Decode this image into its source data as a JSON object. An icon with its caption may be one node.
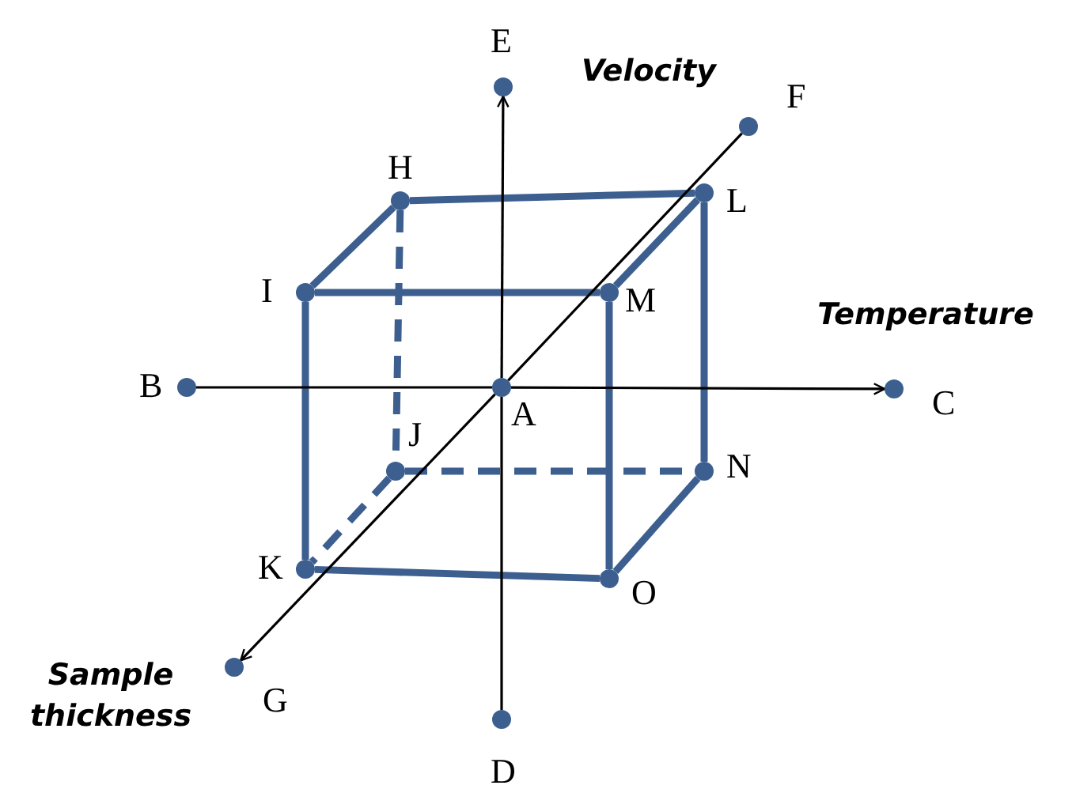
{
  "diagram": {
    "nodes": [
      {
        "text": [
          "E"
        ]
      },
      {
        "text": [
          "F"
        ]
      },
      {
        "text": [
          "H"
        ]
      },
      {
        "text": [
          "L"
        ]
      },
      {
        "text": [
          "I"
        ]
      },
      {
        "text": [
          "M"
        ]
      },
      {
        "text": [
          "B"
        ]
      },
      {
        "text": [
          "A"
        ]
      },
      {
        "text": [
          "C"
        ]
      },
      {
        "text": [
          "J"
        ]
      },
      {
        "text": [
          "N"
        ]
      },
      {
        "text": [
          "K"
        ]
      },
      {
        "text": [
          "O"
        ]
      },
      {
        "text": [
          "G"
        ]
      },
      {
        "text": [
          "D"
        ]
      }
    ],
    "edges": [
      {
        "from": 2,
        "to": 3,
        "arrow": "none"
      },
      {
        "from": 2,
        "to": 4,
        "arrow": "none"
      },
      {
        "from": 3,
        "to": 5,
        "arrow": "none"
      },
      {
        "from": 4,
        "to": 5,
        "arrow": "none"
      },
      {
        "from": 2,
        "to": 9,
        "arrow": "none",
        "style": "dashed"
      },
      {
        "from": 3,
        "to": 10,
        "arrow": "none"
      },
      {
        "from": 4,
        "to": 11,
        "arrow": "none"
      },
      {
        "from": 5,
        "to": 12,
        "arrow": "none"
      },
      {
        "from": 9,
        "to": 10,
        "arrow": "none",
        "style": "dashed"
      },
      {
        "from": 9,
        "to": 11,
        "arrow": "none",
        "style": "dashed"
      },
      {
        "from": 10,
        "to": 12,
        "arrow": "none"
      },
      {
        "from": 11,
        "to": 12,
        "arrow": "none"
      },
      {
        "from": 14,
        "to": 7,
        "arrow": "none",
        "color": "#000000"
      },
      {
        "from": 7,
        "to": 0,
        "arrow": "to",
        "color": "#000000"
      },
      {
        "from": 6,
        "to": 7,
        "arrow": "none",
        "color": "#000000"
      },
      {
        "from": 7,
        "to": 8,
        "arrow": "to",
        "color": "#000000"
      },
      {
        "from": 1,
        "to": 7,
        "arrow": "none",
        "color": "#000000"
      },
      {
        "from": 7,
        "to": 13,
        "arrow": "to",
        "color": "#000000"
      }
    ],
    "labels": [
      "Velocity",
      "Temperature",
      "Sample thickness"
    ]
  }
}
